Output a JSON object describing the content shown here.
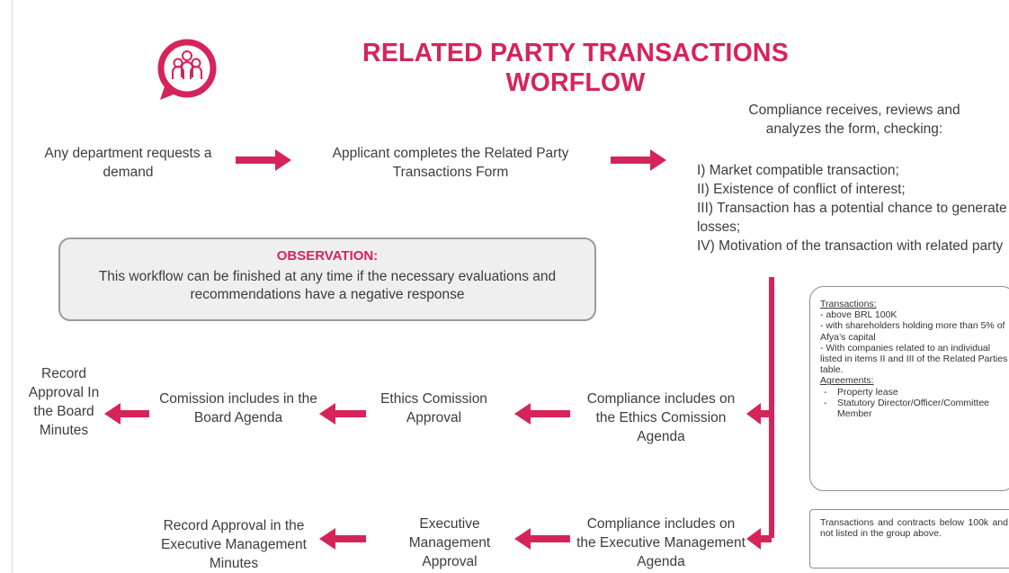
{
  "header": {
    "title_line1": "RELATED PARTY TRANSACTIONS",
    "title_line2": "WORFLOW",
    "logo_icon": "people-speech-bubble-icon",
    "accent_color": "#d6245a"
  },
  "top_flow": {
    "step1": "Any department requests a demand",
    "step2": "Applicant completes the Related Party Transactions Form",
    "step3_intro": "Compliance receives, reviews and analyzes the form, checking:",
    "checks": [
      "I) Market compatible transaction;",
      "II) Existence of conflict of interest;",
      "III) Transaction has a potential chance to generate losses;",
      "IV) Motivation of the transaction with related party"
    ]
  },
  "observation": {
    "title": "OBSERVATION:",
    "body": "This workflow can be finished at any time if the necessary evaluations and recommendations have a negative response"
  },
  "ethics_branch": {
    "criteria": {
      "transactions_heading": "Transactions:",
      "transactions": [
        "- above BRL 100K",
        "- with shareholders holding more than 5% of Afya’s capital",
        "- With companies related to an individual listed in items II and III of the Related Parties table."
      ],
      "agreements_heading": "Agreements:",
      "agreements": [
        "Property lease",
        "Statutory Director/Officer/Committee Member"
      ]
    },
    "step1": "Compliance includes on the Ethics Comission Agenda",
    "step2": "Ethics Comission Approval",
    "step3": "Comission includes in the Board Agenda",
    "step4": "Record Approval In the Board Minutes"
  },
  "executive_branch": {
    "criteria": "Transactions and contracts below 100k and not listed in the group above.",
    "step1": "Compliance includes on the Executive Management Agenda",
    "step2": "Executive Management Approval",
    "step3": "Record Approval in the Executive Management Minutes"
  }
}
